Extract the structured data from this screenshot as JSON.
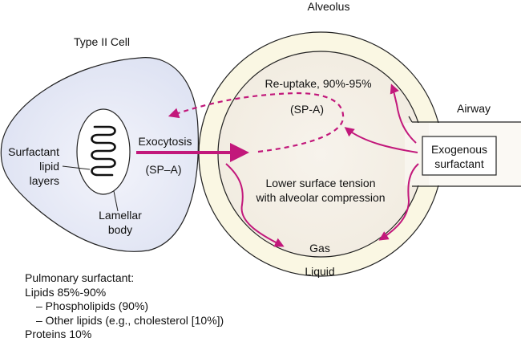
{
  "diagram": {
    "labels": {
      "type2_cell": "Type II Cell",
      "alveolus": "Alveolus",
      "airway": "Airway",
      "surfactant_lipid_layers": [
        "Surfactant",
        "lipid",
        "layers"
      ],
      "lamellar_body": [
        "Lamellar",
        "body"
      ],
      "exocytosis": "Exocytosis",
      "exocytosis_protein": "(SP–A)",
      "reuptake": "Re-uptake, 90%-95%",
      "reuptake_protein": "(SP-A)",
      "exogenous_surfactant": [
        "Exogenous",
        "surfactant"
      ],
      "lower_surface_tension": [
        "Lower surface tension",
        "with alveolar compression"
      ],
      "gas": "Gas",
      "liquid": "Liquid"
    },
    "colors": {
      "arrow": "#C2187B",
      "cell_fill": "#E4E7F5",
      "liquid_fill": "#FAF7E3",
      "gas_fill": "#F5F0E6",
      "outline": "#222222"
    }
  },
  "composition": {
    "title": "Pulmonary surfactant:",
    "lines": [
      "Lipids 85%-90%",
      "– Phospholipids (90%)",
      "– Other lipids (e.g., cholesterol [10%])",
      "Proteins 10%"
    ]
  }
}
